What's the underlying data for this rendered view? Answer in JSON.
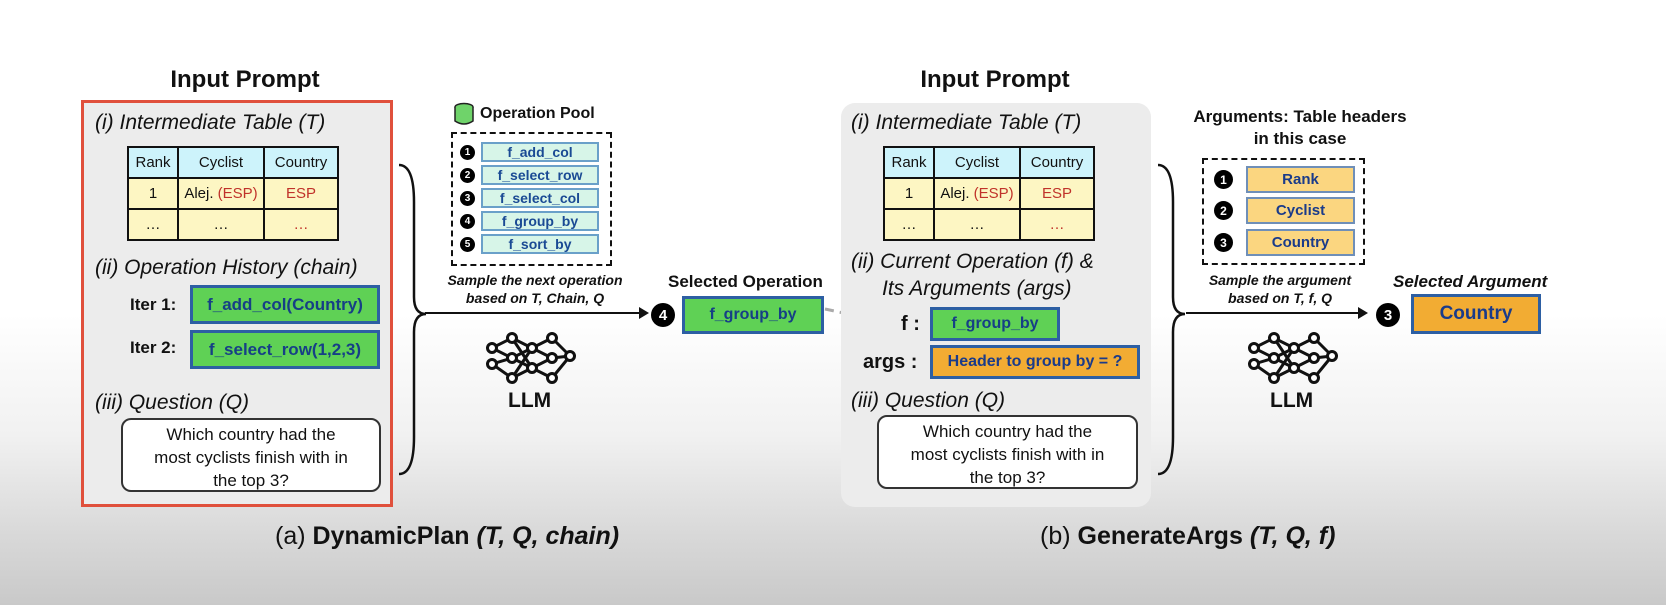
{
  "panel_a": {
    "title": "Input Prompt",
    "table_label": "(i) Intermediate Table (T)",
    "table": {
      "headers": [
        "Rank",
        "Cyclist",
        "Country"
      ],
      "row1": [
        "1",
        "Alej. ",
        "(ESP)",
        "ESP"
      ],
      "row2": [
        "…",
        "…",
        "…"
      ]
    },
    "history_label": "(ii) Operation History (chain)",
    "iter1_label": "Iter 1:",
    "iter1_op": "f_add_col(Country)",
    "iter2_label": "Iter 2:",
    "iter2_op": "f_select_row(1,2,3)",
    "question_label": "(iii) Question (Q)",
    "question": "Which country had the most cyclists finish with in the top 3?"
  },
  "pool": {
    "title": "Operation Pool",
    "items": [
      "f_add_col",
      "f_select_row",
      "f_select_col",
      "f_group_by",
      "f_sort_by"
    ],
    "numbers": [
      "1",
      "2",
      "3",
      "4",
      "5"
    ],
    "sample_text": "Sample the next operation based on T, Chain, Q",
    "llm": "LLM",
    "selected_label": "Selected Operation",
    "selected_num": "4",
    "selected_op": "f_group_by"
  },
  "panel_b": {
    "title": "Input Prompt",
    "table_label": "(i) Intermediate Table (T)",
    "table": {
      "headers": [
        "Rank",
        "Cyclist",
        "Country"
      ],
      "row1": [
        "1",
        "Alej. ",
        "(ESP)",
        "ESP"
      ],
      "row2": [
        "…",
        "…",
        "…"
      ]
    },
    "current_label_1": "(ii) Current Operation (f) &",
    "current_label_2": "Its Arguments (args)",
    "f_label": "f :",
    "f_value": "f_group_by",
    "args_label": "args :",
    "args_value": "Header to group by = ?",
    "question_label": "(iii) Question (Q)",
    "question": "Which country had the most cyclists finish with in the top 3?"
  },
  "args": {
    "title": "Arguments: Table headers in this case",
    "items": [
      "Rank",
      "Cyclist",
      "Country"
    ],
    "numbers": [
      "1",
      "2",
      "3"
    ],
    "sample_text": "Sample the argument based on T, f, Q",
    "llm": "LLM",
    "selected_label": "Selected Argument",
    "selected_num": "3",
    "selected_value": "Country"
  },
  "captions": {
    "a_prefix": "(a)",
    "a_name": "DynamicPlan",
    "a_args": "(T, Q, chain)",
    "b_prefix": "(b)",
    "b_name": "GenerateArgs",
    "b_args": "(T, Q, f)"
  },
  "colors": {
    "highlight_border": "#e0503c",
    "green": "#5fd155",
    "orange": "#f2ac33",
    "panel_gray": "#ececec"
  }
}
